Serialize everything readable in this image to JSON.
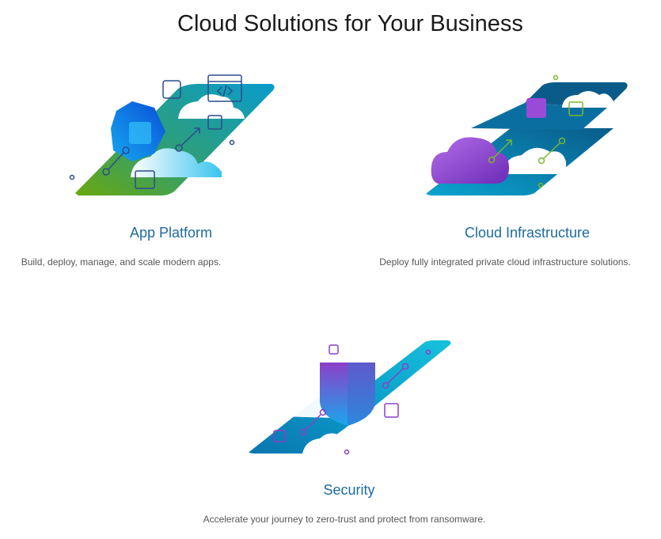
{
  "page": {
    "title": "Cloud Solutions for Your Business"
  },
  "cards": [
    {
      "heading": "App Platform",
      "description": "Build, deploy, manage, and scale modern apps.",
      "icon": "app-platform-illustration"
    },
    {
      "heading": "Cloud Infrastructure",
      "description": "Deploy fully integrated private cloud infrastructure solutions.",
      "icon": "cloud-infrastructure-illustration"
    },
    {
      "heading": "Security",
      "description": "Accelerate your journey to zero-trust and protect from ransomware.",
      "icon": "security-illustration"
    }
  ],
  "colors": {
    "heading": "#1d6b9c",
    "text": "#565656",
    "teal": "#0d9bc0",
    "green": "#5ea51b",
    "purple": "#8c3fc8"
  }
}
